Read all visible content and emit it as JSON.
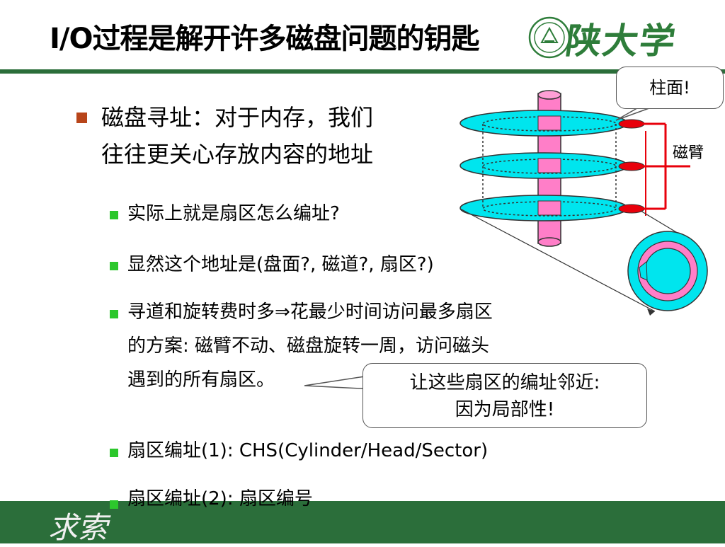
{
  "title": "I/O过程是解开许多磁盘问题的钥匙",
  "logo": {
    "university_text": "陕大学",
    "footer_text": "求索"
  },
  "main_bullet": {
    "line1": "磁盘寻址：对于内存，我们",
    "line2": "往往更关心存放内容的地址"
  },
  "sub_bullets": [
    {
      "lines": [
        "实际上就是扇区怎么编址?"
      ]
    },
    {
      "lines": [
        "显然这个地址是(盘面?, 磁道?, 扇区?)"
      ]
    },
    {
      "lines": [
        "寻道和旋转费时多⇒花最少时间访问最多扇区",
        "的方案: 磁臂不动、磁盘旋转一周，访问磁头",
        "遇到的所有扇区。"
      ]
    },
    {
      "lines": [
        "扇区编址(1): CHS(Cylinder/Head/Sector)"
      ]
    },
    {
      "lines": [
        "扇区编址(2): 扇区编号"
      ]
    }
  ],
  "callouts": {
    "cylinder": "柱面!",
    "locality_line1": "让这些扇区的编址邻近:",
    "locality_line2": "因为局部性!"
  },
  "diagram": {
    "arm_label": "磁臂",
    "colors": {
      "platter": "#00e5ee",
      "spindle": "#ff7ec8",
      "arm": "#e8000b",
      "sector": "#ff7ec8"
    }
  }
}
